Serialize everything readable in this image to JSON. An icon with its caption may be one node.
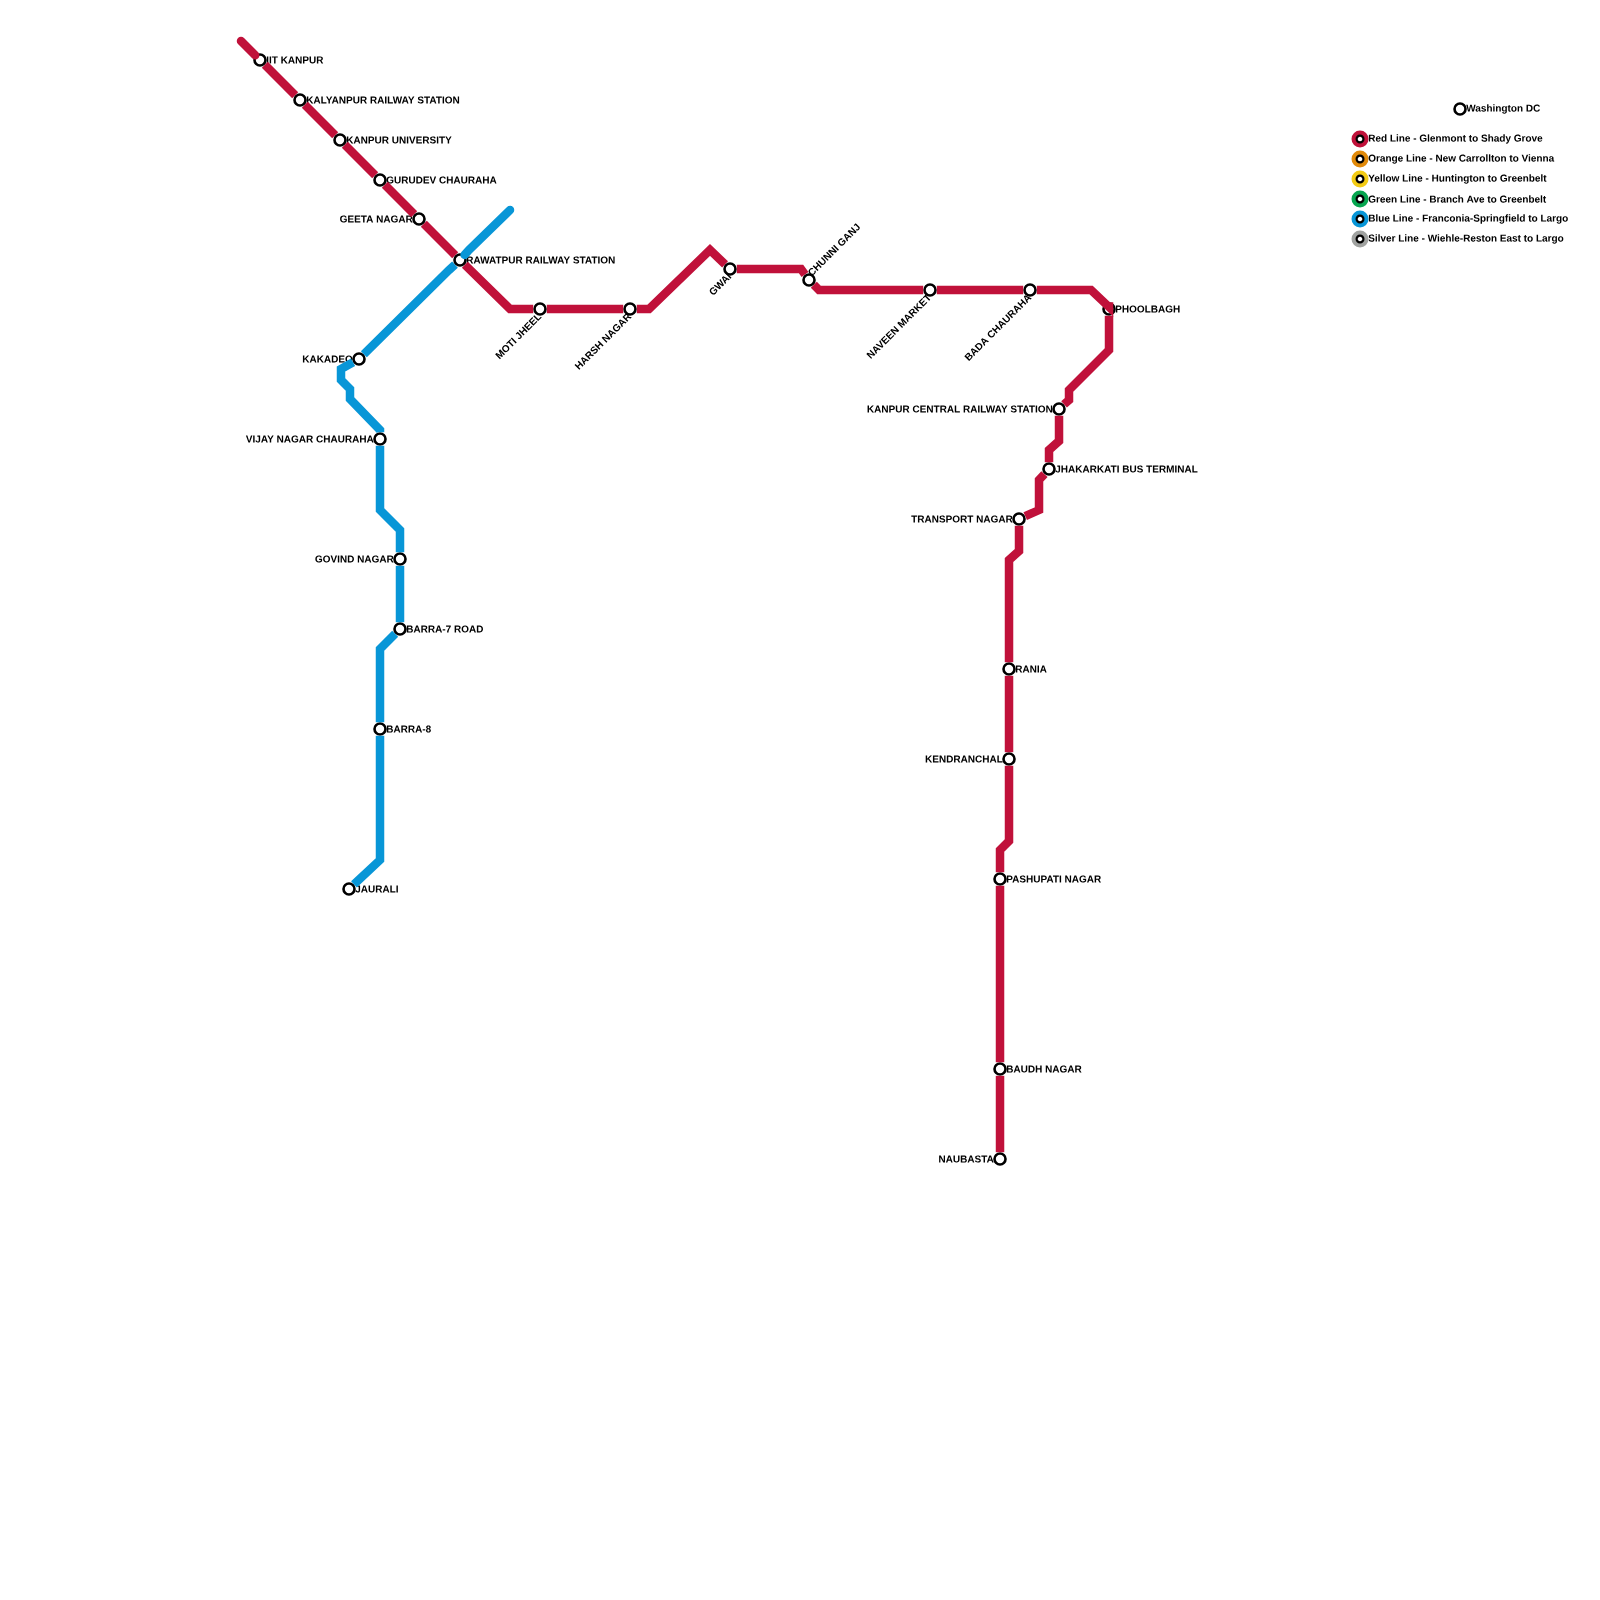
{
  "diagram": {
    "nodes": [
      {
        "text": [
          "IIT KANPUR"
        ]
      },
      {
        "text": [
          "KALYANPUR RAILWAY STATION"
        ]
      },
      {
        "text": [
          "KANPUR UNIVERSITY"
        ]
      },
      {
        "text": [
          "GURUDEV CHAURAHA"
        ]
      },
      {
        "text": [
          "GEETA NAGAR"
        ]
      },
      {
        "text": [
          "RAWATPUR RAILWAY STATION"
        ]
      },
      {
        "text": [
          "MOTI JHEEL"
        ]
      },
      {
        "text": [
          "HARSH NAGAR"
        ]
      },
      {
        "text": [
          "GWAI"
        ]
      },
      {
        "text": [
          "CHUNNI GANJ"
        ]
      },
      {
        "text": [
          "NAVEEN MARKET"
        ]
      },
      {
        "text": [
          "BADA CHAURAHA"
        ]
      },
      {
        "text": [
          "PHOOLBAGH"
        ]
      },
      {
        "text": [
          "KANPUR CENTRAL RAILWAY STATION"
        ]
      },
      {
        "text": [
          "JHAKARKATI BUS TERMINAL"
        ]
      },
      {
        "text": [
          "TRANSPORT NAGAR"
        ]
      },
      {
        "text": [
          "RANIA"
        ]
      },
      {
        "text": [
          "KENDRANCHAL"
        ]
      },
      {
        "text": [
          "PASHUPATI NAGAR"
        ]
      },
      {
        "text": [
          "BAUDH NAGAR"
        ]
      },
      {
        "text": [
          "NAUBASTA"
        ]
      },
      {
        "text": [
          "KAKADEO"
        ]
      },
      {
        "text": [
          "VIJAY NAGAR CHAURAHA"
        ]
      },
      {
        "text": [
          "GOVIND NAGAR"
        ]
      },
      {
        "text": [
          "BARRA-7 ROAD"
        ]
      },
      {
        "text": [
          "BARRA-8"
        ]
      },
      {
        "text": [
          "JAURALI"
        ]
      },
      {
        "text": [
          "Washington DC"
        ]
      }
    ],
    "edges": [
      {
        "from": null,
        "to": 0,
        "arrow": "none"
      },
      {
        "from": 0,
        "to": 1,
        "arrow": "none"
      },
      {
        "from": 1,
        "to": 2,
        "arrow": "none"
      },
      {
        "from": 2,
        "to": 3,
        "arrow": "none"
      },
      {
        "from": 3,
        "to": 4,
        "arrow": "none"
      },
      {
        "from": 4,
        "to": 5,
        "arrow": "none"
      },
      {
        "from": 5,
        "to": 6,
        "arrow": "none"
      },
      {
        "from": 6,
        "to": 7,
        "arrow": "none"
      },
      {
        "from": 7,
        "to": 8,
        "arrow": "none"
      },
      {
        "from": 8,
        "to": 9,
        "arrow": "none"
      },
      {
        "from": 9,
        "to": 10,
        "arrow": "none"
      },
      {
        "from": 10,
        "to": 11,
        "arrow": "none"
      },
      {
        "from": 11,
        "to": 12,
        "arrow": "none"
      },
      {
        "from": 12,
        "to": 13,
        "arrow": "none"
      },
      {
        "from": 13,
        "to": 14,
        "arrow": "none"
      },
      {
        "from": 14,
        "to": 15,
        "arrow": "none"
      },
      {
        "from": 15,
        "to": 16,
        "arrow": "none"
      },
      {
        "from": 16,
        "to": 17,
        "arrow": "none"
      },
      {
        "from": 17,
        "to": 18,
        "arrow": "none"
      },
      {
        "from": 18,
        "to": 19,
        "arrow": "none"
      },
      {
        "from": 19,
        "to": 20,
        "arrow": "none"
      },
      {
        "from": 5,
        "to": 21,
        "arrow": "none",
        "color": "#0896d7"
      },
      {
        "from": 21,
        "to": 22,
        "arrow": "none",
        "color": "#0896d7"
      },
      {
        "from": 22,
        "to": 23,
        "arrow": "none",
        "color": "#0896d7"
      },
      {
        "from": 23,
        "to": 24,
        "arrow": "none",
        "color": "#0896d7"
      },
      {
        "from": 24,
        "to": 25,
        "arrow": "none",
        "color": "#0896d7"
      },
      {
        "from": 25,
        "to": 26,
        "arrow": "none",
        "color": "#0896d7"
      },
      {
        "from": 5,
        "to": null,
        "arrow": "none",
        "color": "#0896d7"
      }
    ],
    "legend": [
      {
        "text": "Red Line - Glenmont to Shady Grove",
        "color": "#c0113a"
      },
      {
        "text": "Orange Line - New Carrollton to Vienna",
        "color": "#e18a0a"
      },
      {
        "text": "Yellow Line - Huntington to Greenbelt",
        "color": "#f3cb15"
      },
      {
        "text": "Green Line - Branch Ave to Greenbelt",
        "color": "#07a650"
      },
      {
        "text": "Blue Line - Franconia-Springfield to Largo",
        "color": "#0896d7"
      },
      {
        "text": "Silver Line - Wiehle-Reston East to Largo",
        "color": "#a0a2a0"
      }
    ]
  }
}
